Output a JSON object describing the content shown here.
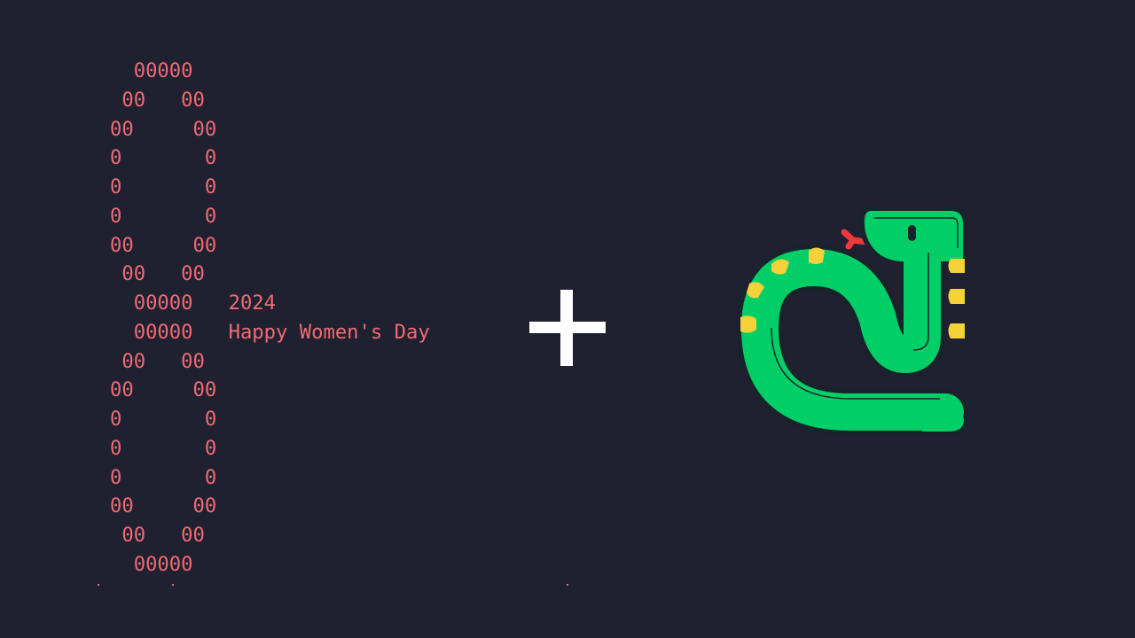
{
  "ascii_art": {
    "lines": [
      {
        "art": "  00000",
        "text": ""
      },
      {
        "art": " 00   00",
        "text": ""
      },
      {
        "art": "00     00",
        "text": ""
      },
      {
        "art": "0       0",
        "text": ""
      },
      {
        "art": "0       0",
        "text": ""
      },
      {
        "art": "0       0",
        "text": ""
      },
      {
        "art": "00     00",
        "text": ""
      },
      {
        "art": " 00   00",
        "text": ""
      },
      {
        "art": "  00000   ",
        "text": "2024"
      },
      {
        "art": "  00000   ",
        "text": "Happy Women's Day"
      },
      {
        "art": " 00   00",
        "text": ""
      },
      {
        "art": "00     00",
        "text": ""
      },
      {
        "art": "0       0",
        "text": ""
      },
      {
        "art": "0       0",
        "text": ""
      },
      {
        "art": "0       0",
        "text": ""
      },
      {
        "art": "00     00",
        "text": ""
      },
      {
        "art": " 00   00",
        "text": ""
      },
      {
        "art": "  00000",
        "text": ""
      }
    ]
  },
  "icons": {
    "plus": "plus-icon",
    "snake": "snake-icon"
  },
  "colors": {
    "background": "#1f2030",
    "ascii_text": "#ef6b73",
    "plus": "#ffffff",
    "snake_body": "#00cf67",
    "snake_outline": "#19232b",
    "snake_spots": "#f5d13a",
    "snake_tongue": "#ef3a3a"
  }
}
